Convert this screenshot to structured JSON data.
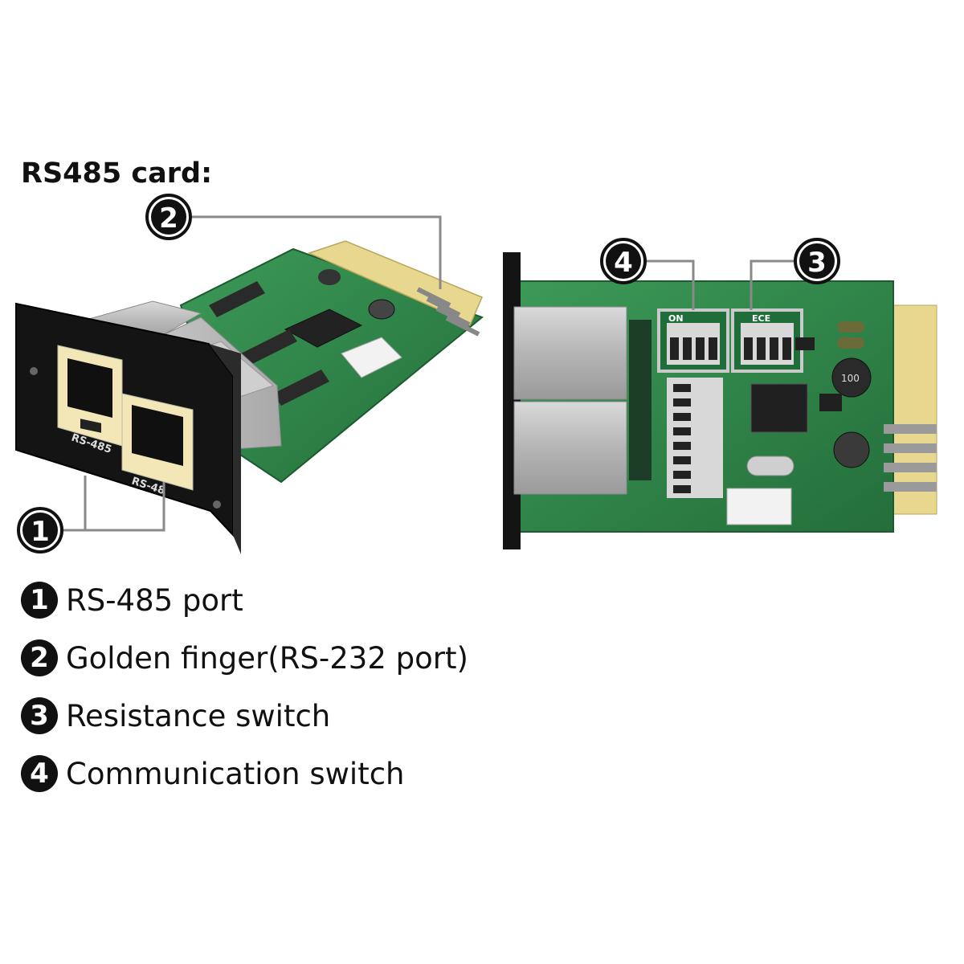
{
  "title": "RS485 card:",
  "callouts": [
    "1",
    "2",
    "3",
    "4"
  ],
  "left_card": {
    "port_labels": [
      "RS-485",
      "RS-48"
    ]
  },
  "right_card": {
    "switch_labels": {
      "comm": "ON",
      "res": "ECE"
    },
    "capacitor_label": "100"
  },
  "legend": [
    {
      "num": "1",
      "text": "RS-485 port"
    },
    {
      "num": "2",
      "text": "Golden finger(RS-232 port)"
    },
    {
      "num": "3",
      "text": "Resistance switch"
    },
    {
      "num": "4",
      "text": "Communication switch"
    }
  ],
  "colors": {
    "pcb_green": "#2f8a4a",
    "faceplate": "#141414",
    "gold": "#e8d78e",
    "callout": "#111111",
    "leader": "#8a8a8a"
  }
}
